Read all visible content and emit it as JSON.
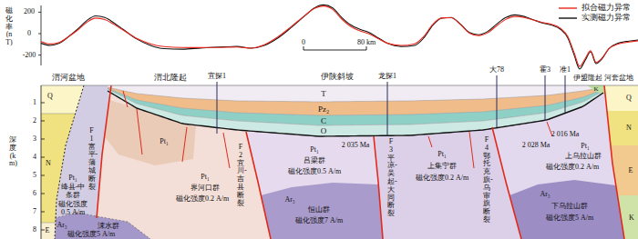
{
  "diagram": {
    "labels": [
      "磁化率(nT)",
      "200",
      "0",
      "-200",
      "0",
      "80 km",
      "渭河盆地",
      "渭北隆起",
      "宜探1",
      "伊陕斜坡",
      "龙探1",
      "大78",
      "霍3",
      "准1",
      "伊盟隆起",
      "河套盆地",
      "深度(km)",
      "1",
      "2",
      "3",
      "4",
      "5",
      "6",
      "7",
      "8",
      "Q",
      "N",
      "E",
      "Pt₁",
      "T",
      "Pz₂",
      "C",
      "O",
      "K",
      "Q",
      "N",
      "E",
      "K",
      "Pt₁",
      "绛县-中条群",
      "磁化强度 0.5 A/m",
      "Ar₃",
      "涑水群",
      "磁化强度5 A/m",
      "F1富平-蒲城断裂",
      "Pt₁",
      "界河口群",
      "磁化强度0.2 A/m",
      "F2宜川-吉县断裂",
      "Pt₁",
      "吕梁群",
      "磁化强度0.5 A/m",
      "Ar₃",
      "恒山群",
      "磁化强度7 A/m",
      "2 035 Ma",
      "F3平凉-吴起-大同断裂",
      "Pt₁",
      "上集宁群",
      "磁化强度0.2 A/m",
      "F4鄂托克旗-乌审旗断裂",
      "2 028 Ma",
      "2 016 Ma",
      "Pt₁",
      "上乌拉山群",
      "磁化强度0.2 A/m",
      "Ar₃",
      "下乌拉山群",
      "磁化强度5 A/m"
    ],
    "legend": [
      {
        "text": "拟合磁力异常"
      },
      {
        "text": "实测磁力异常"
      }
    ]
  }
}
